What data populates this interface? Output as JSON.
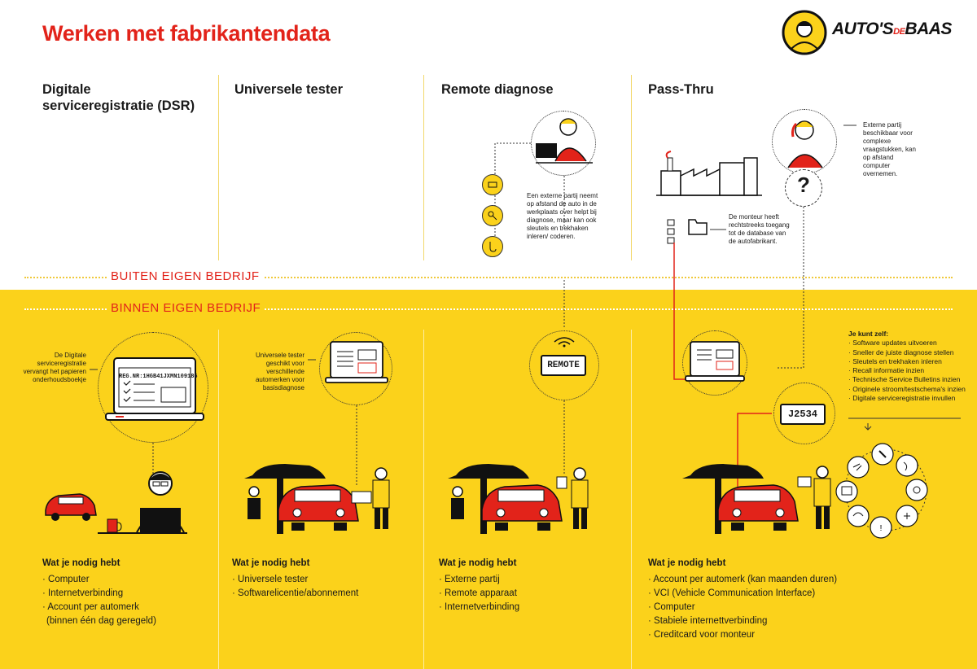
{
  "title": "Werken met fabrikantendata",
  "logo": {
    "brand": "AUTO'S",
    "de": "DE",
    "baas": "BAAS"
  },
  "zones": {
    "outside": "BUITEN EIGEN BEDRIJF",
    "inside": "BINNEN EIGEN BEDRIJF"
  },
  "columns": [
    {
      "heading": "Digitale serviceregistratie (DSR)",
      "screen_text": "REG.NR:1HGB41JXMN109186",
      "note": "De Digitale serviceregistratie vervangt het papieren onderhoudsboekje",
      "needs_heading": "Wat je nodig hebt",
      "needs": [
        "Computer",
        "Internetverbinding",
        "Account per automerk",
        "(binnen één dag geregeld)"
      ]
    },
    {
      "heading": "Universele tester",
      "note": "Universele tester geschikt voor verschillende automerken voor basisdiagnose",
      "needs_heading": "Wat je nodig hebt",
      "needs": [
        "Universele tester",
        "Softwarelicentie/abonnement"
      ]
    },
    {
      "heading": "Remote diagnose",
      "note": "Een externe partij neemt op afstand de auto in de werkplaats over helpt bij diagnose, maar kan ook sleutels en trekhaken inleren/ coderen.",
      "device_label": "REMOTE",
      "needs_heading": "Wat je nodig hebt",
      "needs": [
        "Externe partij",
        "Remote apparaat",
        "Internetverbinding"
      ]
    },
    {
      "heading": "Pass-Thru",
      "note_external": "Externe partij beschikbaar voor complexe vraagstukken, kan op afstand computer overnemen.",
      "note_database": "De monteur heeft rechtstreeks toegang tot de database van de autofabrikant.",
      "device_label": "J2534",
      "help_symbol": "?",
      "cando_heading": "Je kunt zelf:",
      "cando": [
        "Software updates uitvoeren",
        "Sneller de juiste diagnose stellen",
        "Sleutels en trekhaken inleren",
        "Recall informatie inzien",
        "Technische Service Bulletins inzien",
        "Originele stroom/testschema's inzien",
        "Digitale serviceregistratie invullen"
      ],
      "needs_heading": "Wat je nodig hebt",
      "needs": [
        "Account per automerk (kan maanden duren)",
        "VCI (Vehicle Communication Interface)",
        "Computer",
        "Stabiele internettverbinding",
        "Creditcard voor monteur"
      ]
    }
  ],
  "colors": {
    "red": "#e2231a",
    "yellow": "#fbd21b",
    "dark": "#1a1a1a"
  }
}
